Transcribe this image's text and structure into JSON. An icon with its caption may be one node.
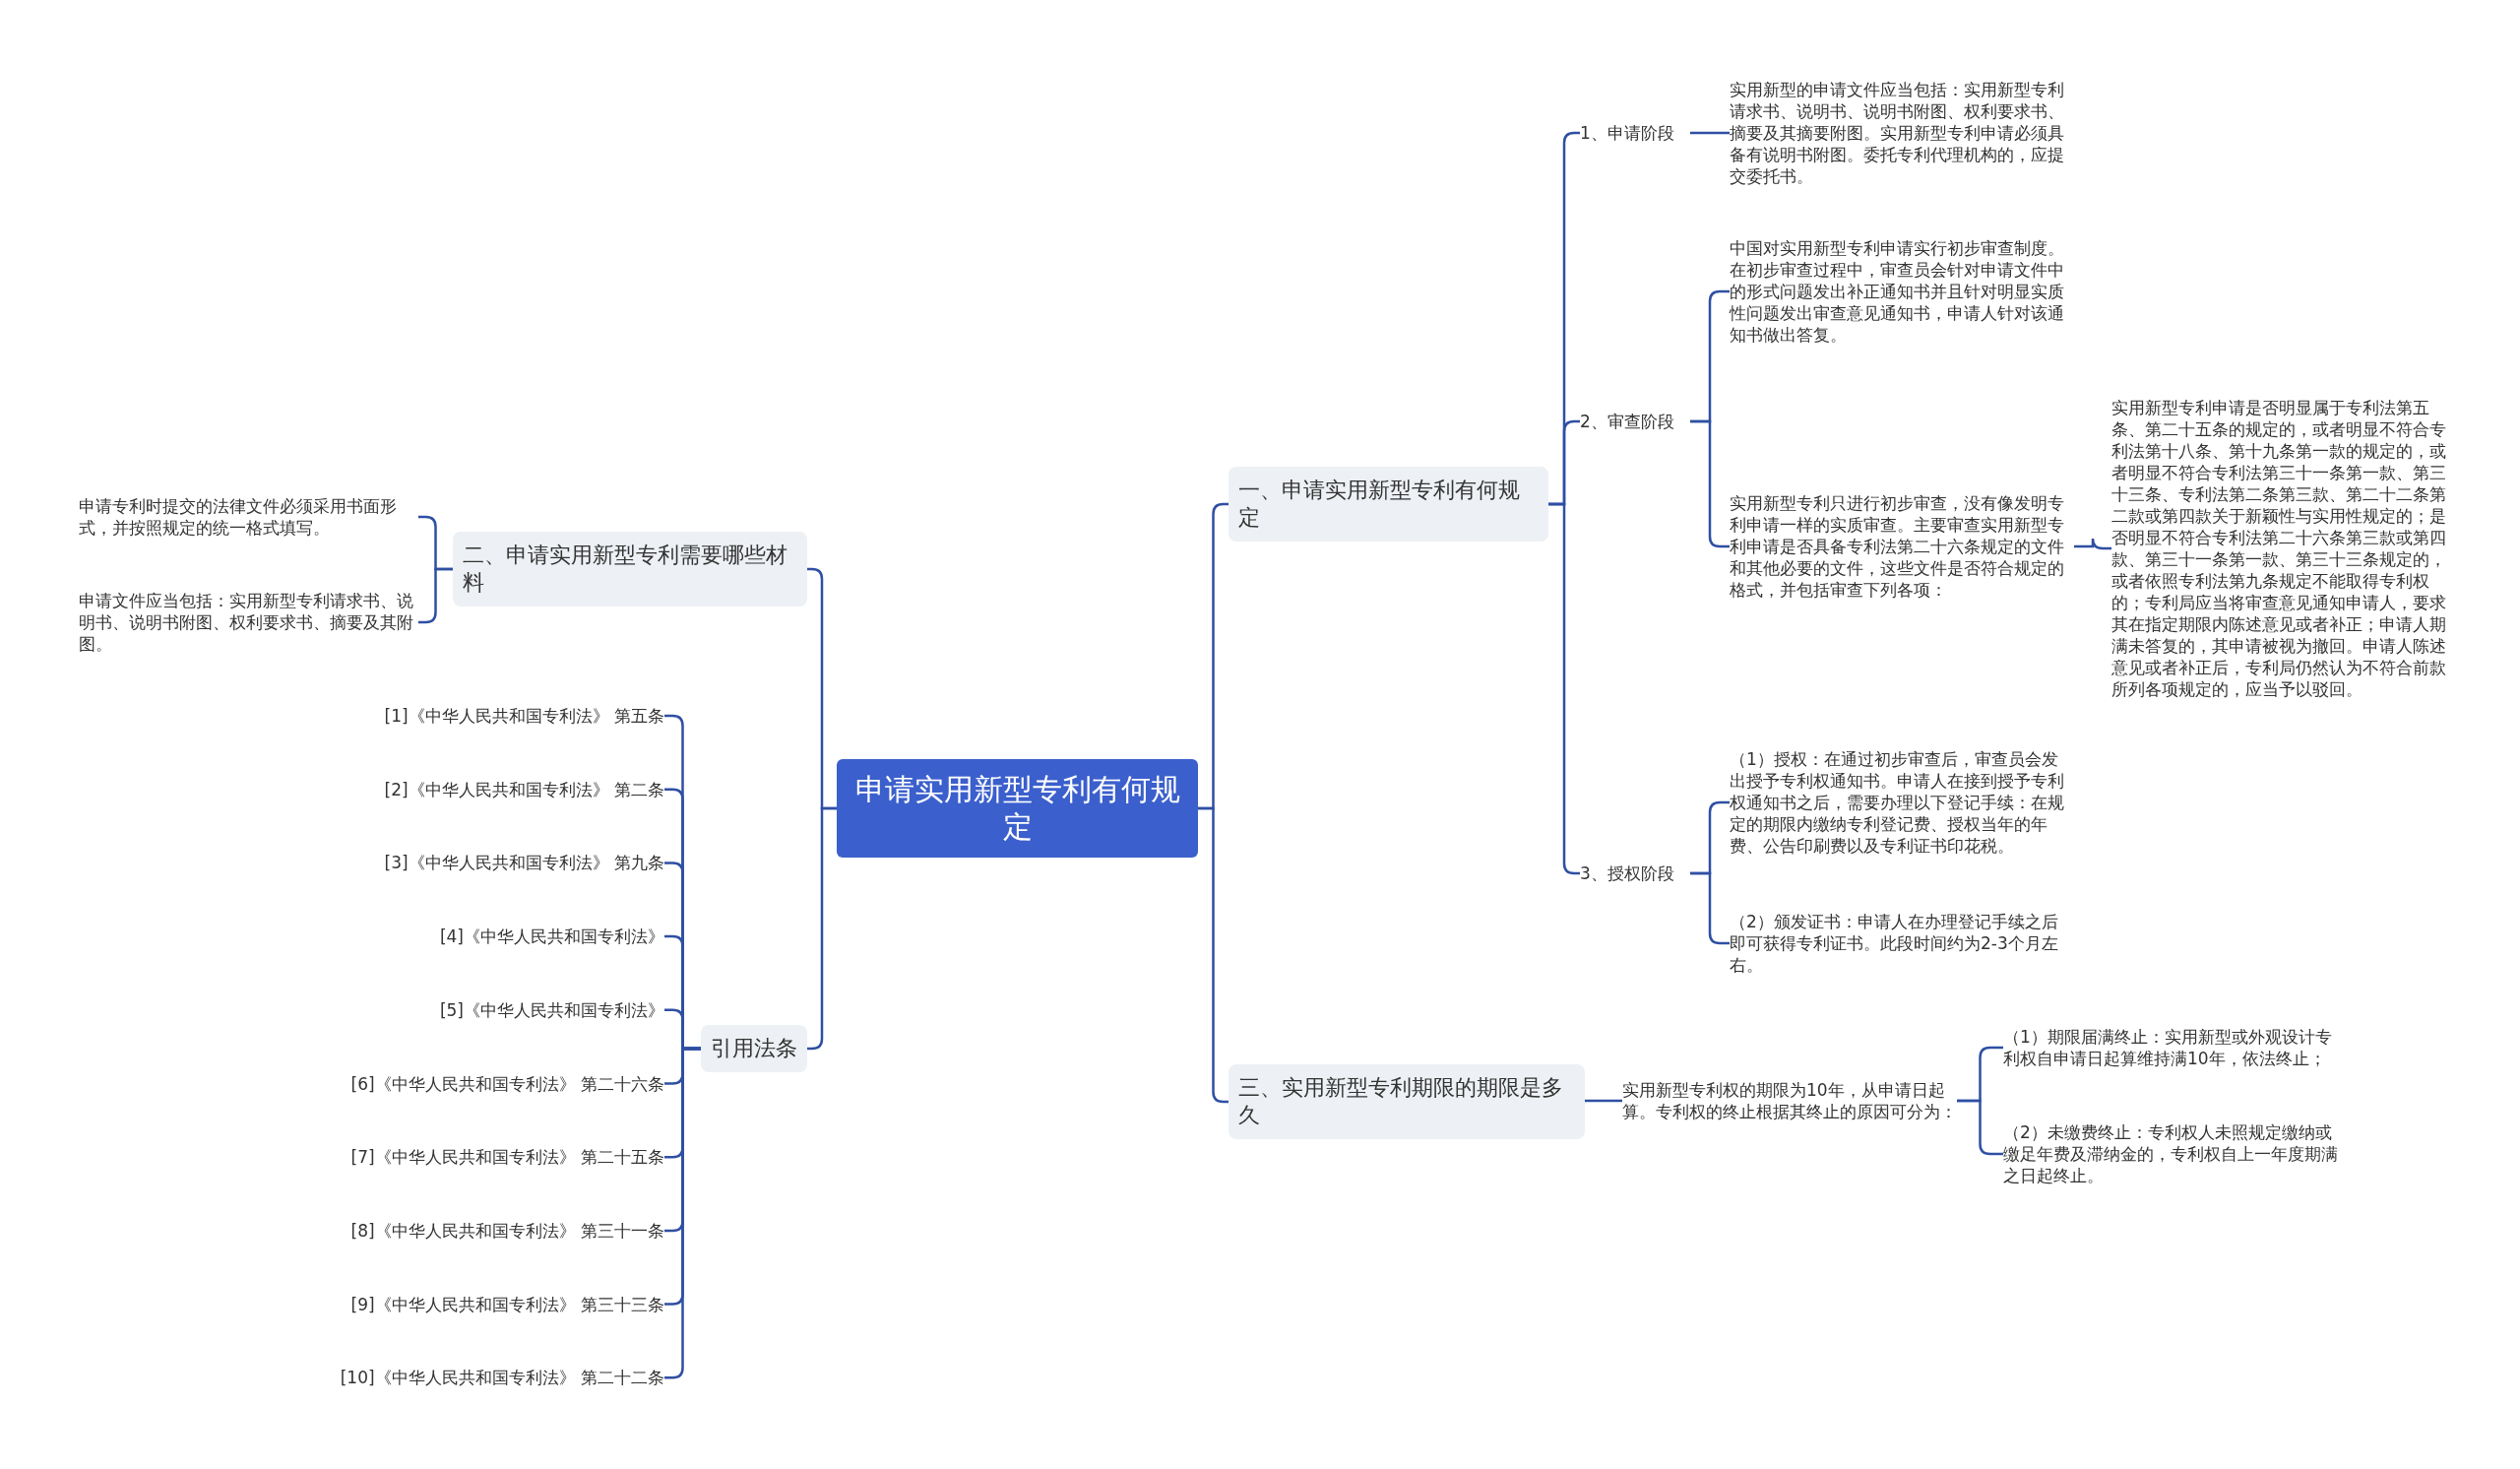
{
  "diagram": {
    "nodes": [
      {
        "text": [
          "申请实用新型专利有何规定"
        ]
      },
      {
        "text": [
          "一、申请实用新型专利有何规定"
        ]
      },
      {
        "text": [
          "1、申请阶段"
        ]
      },
      {
        "text": [
          "实用新型的申请文件应当包括：实用新型专利请求书、说明书、说明书附图、权利要求书、摘要及其摘要附图。实用新型专利申请必须具备有说明书附图。委托专利代理机构的，应提交委托书。"
        ]
      },
      {
        "text": [
          "2、审查阶段"
        ]
      },
      {
        "text": [
          "中国对实用新型专利申请实行初步审查制度。在初步审查过程中，审查员会针对申请文件中的形式问题发出补正通知书并且针对明显实质性问题发出审查意见通知书，申请人针对该通知书做出答复。"
        ]
      },
      {
        "text": [
          "实用新型专利只进行初步审查，没有像发明专利申请一样的实质审查。主要审查实用新型专利申请是否具备专利法第二十六条规定的文件和其他必要的文件，这些文件是否符合规定的格式，并包括审查下列各项："
        ]
      },
      {
        "text": [
          "实用新型专利申请是否明显属于专利法第五条、第二十五条的规定的，或者明显不符合专利法第十八条、第十九条第一款的规定的，或者明显不符合专利法第三十一条第一款、第三十三条、专利法第二条第三款、第二十二条第二款或第四款关于新颖性与实用性规定的；是否明显不符合专利法第二十六条第三款或第四款、第三十一条第一款、第三十三条规定的，或者依照专利法第九条规定不能取得专利权的；专利局应当将审查意见通知申请人，要求其在指定期限内陈述意见或者补正；申请人期满未答复的，其申请被视为撤回。申请人陈述意见或者补正后，专利局仍然认为不符合前款所列各项规定的，应当予以驳回。"
        ]
      },
      {
        "text": [
          "3、授权阶段"
        ]
      },
      {
        "text": [
          "（1）授权：在通过初步审查后，审查员会发出授予专利权通知书。申请人在接到授予专利权通知书之后，需要办理以下登记手续：在规定的期限内缴纳专利登记费、授权当年的年费、公告印刷费以及专利证书印花税。"
        ]
      },
      {
        "text": [
          "（2）颁发证书：申请人在办理登记手续之后即可获得专利证书。此段时间约为2-3个月左右。"
        ]
      },
      {
        "text": [
          "三、实用新型专利期限的期限是多久"
        ]
      },
      {
        "text": [
          "实用新型专利权的期限为10年，从申请日起算。专利权的终止根据其终止的原因可分为："
        ]
      },
      {
        "text": [
          "（1）期限届满终止：实用新型或外观设计专利权自申请日起算维持满10年，依法终止；"
        ]
      },
      {
        "text": [
          "（2）未缴费终止：专利权人未照规定缴纳或缴足年费及滞纳金的，专利权自上一年度期满之日起终止。"
        ]
      },
      {
        "text": [
          "二、申请实用新型专利需要哪些材料"
        ]
      },
      {
        "text": [
          "申请专利时提交的法律文件必须采用书面形式，并按照规定的统一格式填写。"
        ]
      },
      {
        "text": [
          "申请文件应当包括：实用新型专利请求书、说明书、说明书附图、权利要求书、摘要及其附图。"
        ]
      },
      {
        "text": [
          "引用法条"
        ]
      },
      {
        "text": [
          "[1]《中华人民共和国专利法》 第五条"
        ]
      },
      {
        "text": [
          "[2]《中华人民共和国专利法》 第二条"
        ]
      },
      {
        "text": [
          "[3]《中华人民共和国专利法》 第九条"
        ]
      },
      {
        "text": [
          "[4]《中华人民共和国专利法》"
        ]
      },
      {
        "text": [
          "[5]《中华人民共和国专利法》"
        ]
      },
      {
        "text": [
          "[6]《中华人民共和国专利法》 第二十六条"
        ]
      },
      {
        "text": [
          "[7]《中华人民共和国专利法》 第二十五条"
        ]
      },
      {
        "text": [
          "[8]《中华人民共和国专利法》 第三十一条"
        ]
      },
      {
        "text": [
          "[9]《中华人民共和国专利法》 第三十三条"
        ]
      },
      {
        "text": [
          "[10]《中华人民共和国专利法》 第二十二条"
        ]
      }
    ],
    "edges": [
      {
        "from": 0,
        "to": 1,
        "arrow": "none"
      },
      {
        "from": 0,
        "to": 11,
        "arrow": "none"
      },
      {
        "from": 0,
        "to": 15,
        "arrow": "none"
      },
      {
        "from": 0,
        "to": 18,
        "arrow": "none"
      },
      {
        "from": 1,
        "to": 2,
        "arrow": "none"
      },
      {
        "from": 1,
        "to": 4,
        "arrow": "none"
      },
      {
        "from": 1,
        "to": 8,
        "arrow": "none"
      },
      {
        "from": 2,
        "to": 3,
        "arrow": "none"
      },
      {
        "from": 4,
        "to": 5,
        "arrow": "none"
      },
      {
        "from": 4,
        "to": 6,
        "arrow": "none"
      },
      {
        "from": 6,
        "to": 7,
        "arrow": "none"
      },
      {
        "from": 8,
        "to": 9,
        "arrow": "none"
      },
      {
        "from": 8,
        "to": 10,
        "arrow": "none"
      },
      {
        "from": 11,
        "to": 12,
        "arrow": "none"
      },
      {
        "from": 12,
        "to": 13,
        "arrow": "none"
      },
      {
        "from": 12,
        "to": 14,
        "arrow": "none"
      },
      {
        "from": 15,
        "to": 16,
        "arrow": "none"
      },
      {
        "from": 15,
        "to": 17,
        "arrow": "none"
      },
      {
        "from": 18,
        "to": 19,
        "arrow": "none"
      },
      {
        "from": 18,
        "to": 20,
        "arrow": "none"
      },
      {
        "from": 18,
        "to": 21,
        "arrow": "none"
      },
      {
        "from": 18,
        "to": 22,
        "arrow": "none"
      },
      {
        "from": 18,
        "to": 23,
        "arrow": "none"
      },
      {
        "from": 18,
        "to": 24,
        "arrow": "none"
      },
      {
        "from": 18,
        "to": 25,
        "arrow": "none"
      },
      {
        "from": 18,
        "to": 26,
        "arrow": "none"
      },
      {
        "from": 18,
        "to": 27,
        "arrow": "none"
      },
      {
        "from": 18,
        "to": 28,
        "arrow": "none"
      }
    ]
  }
}
